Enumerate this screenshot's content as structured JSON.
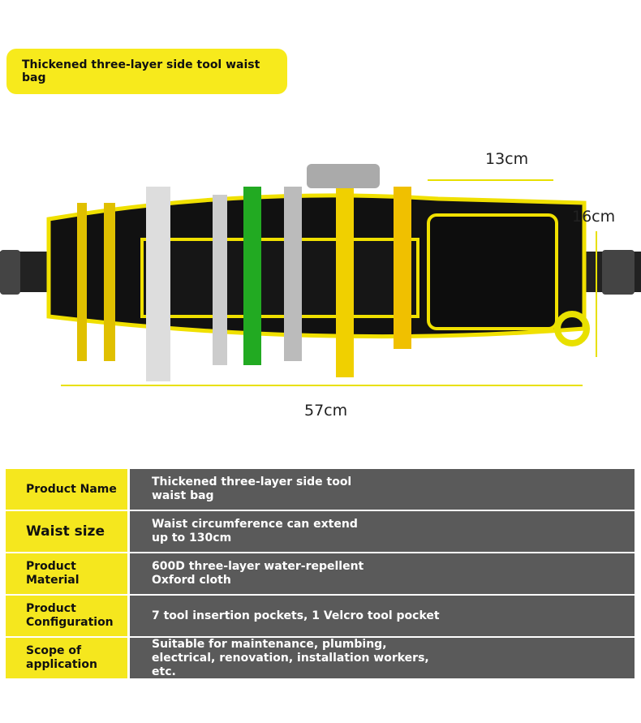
{
  "title": "Thickened three-layer side tool waist bag",
  "dimensions": {
    "pocket_width": "13cm",
    "height": "16cm",
    "length": "57cm"
  },
  "specs": [
    {
      "label": "Product Name",
      "value": "Thickened three-layer side tool waist bag"
    },
    {
      "label": "Waist size",
      "value": "Waist circumference can extend up to 130cm"
    },
    {
      "label": "Product Material",
      "value": "600D three-layer water-repellent Oxford cloth"
    },
    {
      "label": "Product Configuration",
      "value": "7 tool insertion pockets, 1 Velcro tool pocket"
    },
    {
      "label": "Scope of application",
      "value": "Suitable for maintenance, plumbing, electrical, renovation, installation workers, etc."
    }
  ],
  "colors": {
    "yellow": "#f5e71e",
    "gray": "#5a5a5a"
  }
}
